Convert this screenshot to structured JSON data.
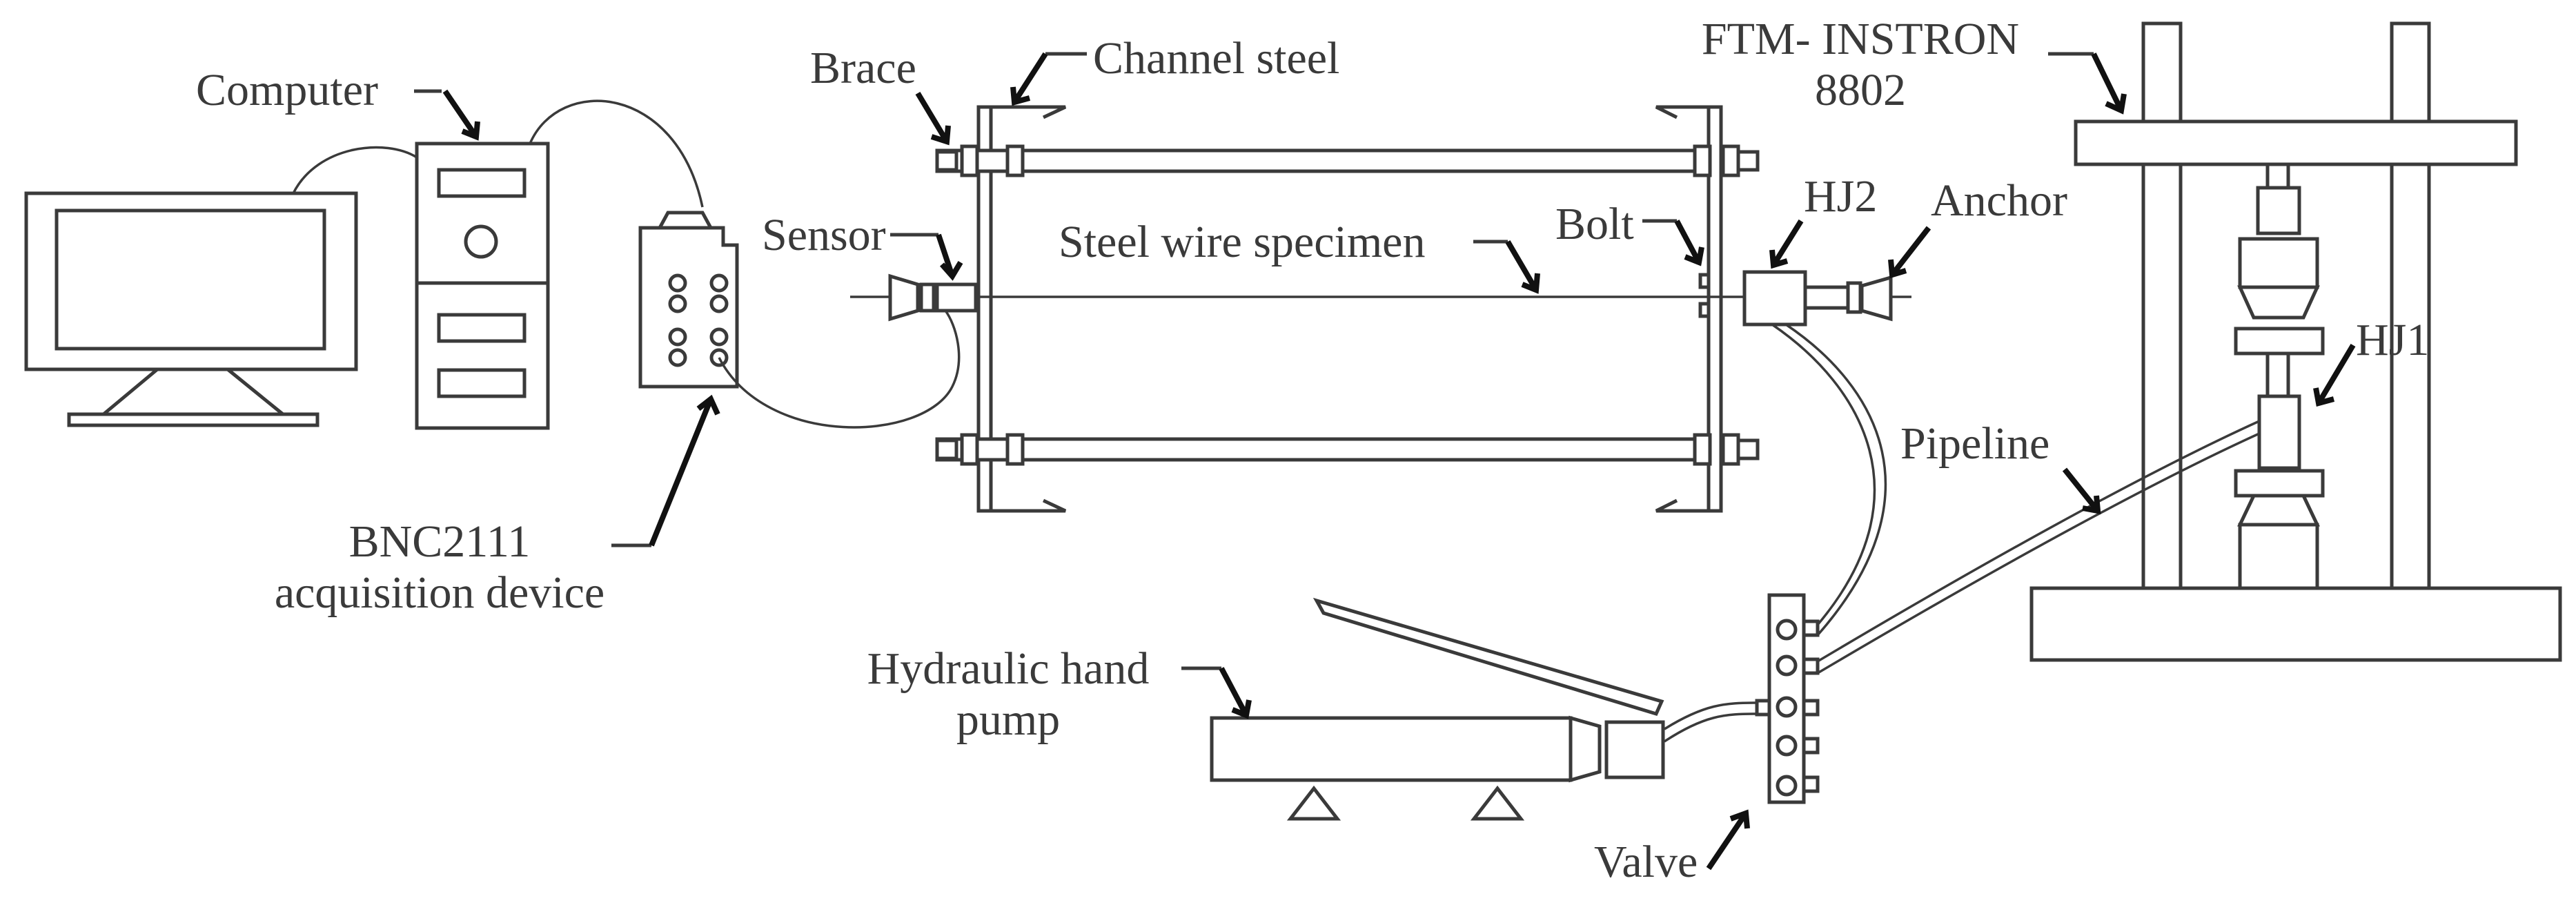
{
  "labels": {
    "computer": "Computer",
    "brace": "Brace",
    "channel_steel": "Channel steel",
    "ftm_line1": "FTM- INSTRON",
    "ftm_line2": "8802",
    "sensor": "Sensor",
    "steel_wire_specimen": "Steel wire specimen",
    "bolt": "Bolt",
    "hj2": "HJ2",
    "anchor": "Anchor",
    "hj1": "HJ1",
    "pipeline": "Pipeline",
    "bnc_line1": "BNC2111",
    "bnc_line2": "acquisition device",
    "pump_line1": "Hydraulic hand",
    "pump_line2": "pump",
    "valve": "Valve"
  },
  "colors": {
    "line": "#3a3a3a",
    "arrow": "#111111",
    "background": "#ffffff"
  }
}
